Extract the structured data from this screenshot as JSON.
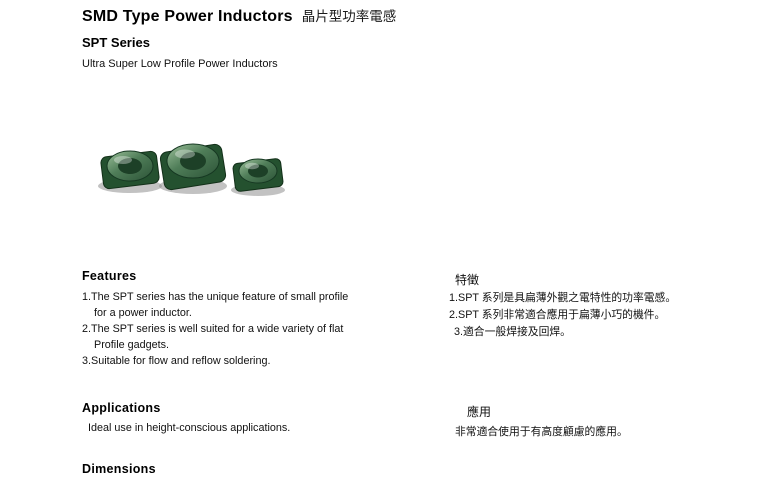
{
  "header": {
    "title_en": "SMD Type Power Inductors",
    "title_zh": "晶片型功率電感",
    "series": "SPT Series",
    "subtitle": "Ultra Super Low Profile Power Inductors"
  },
  "image": {
    "label": "spt-series-inductor-photo",
    "body_color": "#24512f",
    "top_color": "#4f7d58",
    "inner_color": "#1d4027",
    "shadow_color": "#8f8f8f"
  },
  "features": {
    "heading_en": "Features",
    "heading_zh": "特徵",
    "en_lines": [
      "1.The SPT series has the unique feature of small profile",
      "for a power inductor.",
      "2.The SPT series is well suited for a wide variety of flat",
      "Profile gadgets.",
      "3.Suitable for flow and reflow soldering."
    ],
    "zh_lines": [
      "1.SPT 系列是具扁薄外觀之電特性的功率電感。",
      "2.SPT 系列非常適合應用于扁薄小巧的機件。",
      "3.適合一般焊接及回焊。"
    ]
  },
  "applications": {
    "heading_en": "Applications",
    "heading_zh": "應用",
    "text_en": "Ideal use in height-conscious applications.",
    "text_zh": "非常適合使用于有高度顧慮的應用。"
  },
  "dimensions": {
    "heading": "Dimensions"
  }
}
